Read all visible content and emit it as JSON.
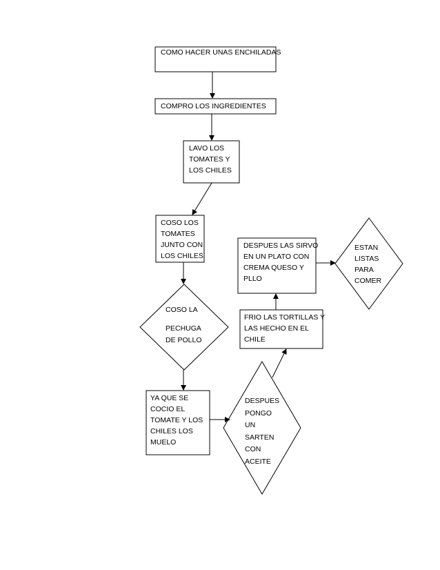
{
  "diagram": {
    "title": [
      "COMO HACER UNAS ENCHILADAS"
    ],
    "step1": [
      "COMPRO LOS INGREDIENTES"
    ],
    "step2": [
      "LAVO LOS",
      "TOMATES Y",
      "LOS CHILES"
    ],
    "step3": [
      "COSO LOS",
      "TOMATES",
      "JUNTO CON",
      "LOS CHILES"
    ],
    "step4": [
      "COSO LA",
      "",
      "PECHUGA",
      "DE POLLO"
    ],
    "step5": [
      "YA QUE SE",
      "COCIO EL",
      "TOMATE Y LOS",
      "CHILES LOS",
      "MUELO"
    ],
    "step6": [
      "DESPUES",
      "PONGO",
      "UN",
      "SARTEN",
      "CON",
      "ACEITE"
    ],
    "step7": [
      "FRIO LAS TORTILLAS Y",
      "LAS HECHO EN EL",
      "CHILE"
    ],
    "step8": [
      "DESPUES LAS SIRVO",
      "EN UN PLATO CON",
      "CREMA  QUESO  Y",
      "PLLO"
    ],
    "step9": [
      "ESTAN",
      "LISTAS",
      "PARA",
      "COMER"
    ]
  }
}
